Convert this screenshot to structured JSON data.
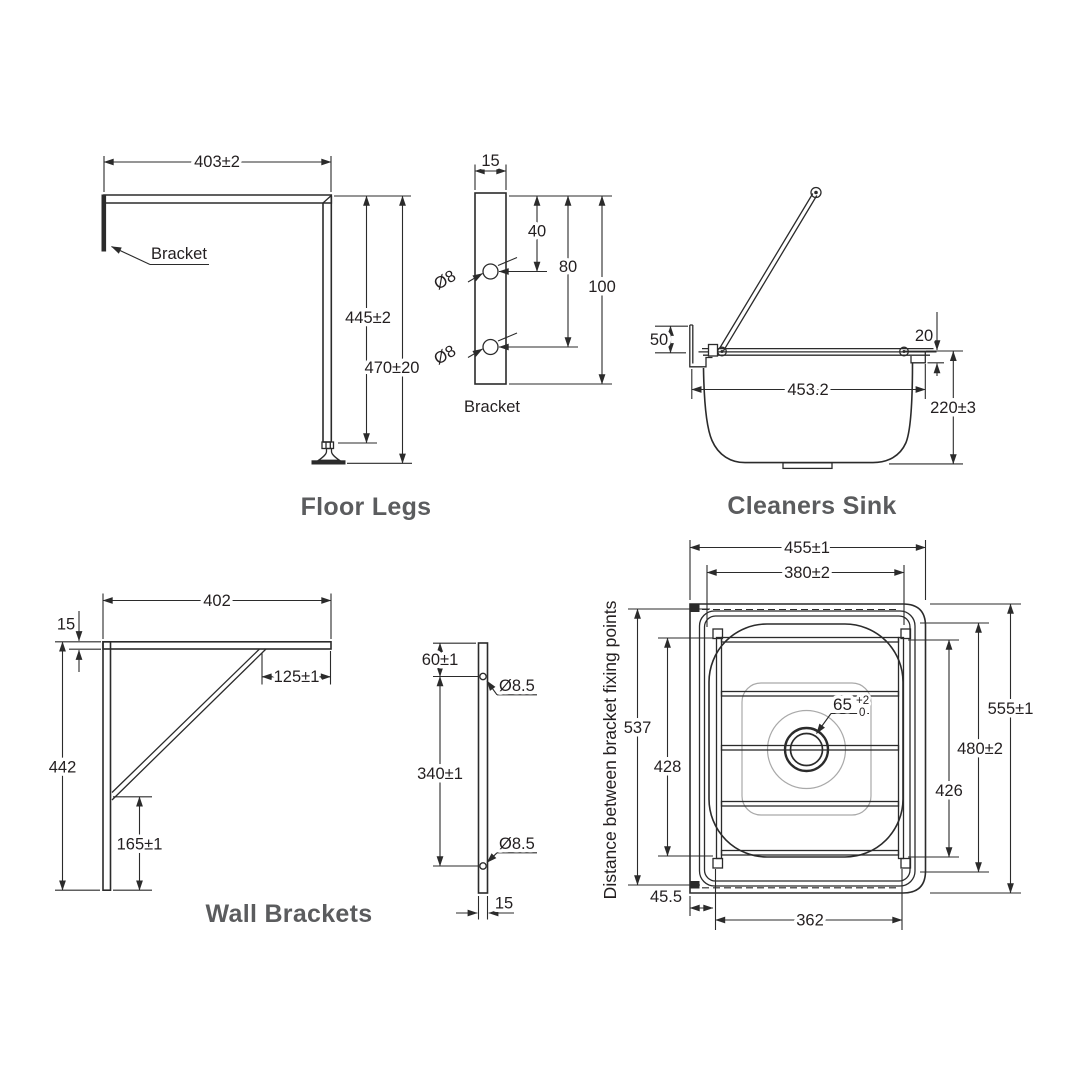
{
  "palette": {
    "line": "#2b2b2b",
    "title": "#5b5c5e",
    "faint": "#a9a9a9"
  },
  "floor_legs": {
    "title": "Floor Legs",
    "bracket_label": "Bracket",
    "dim_width": "403±2",
    "dim_leg_height": "445±2",
    "dim_overall_height": "470±20"
  },
  "bracket_detail": {
    "label": "Bracket",
    "dim_width": "15",
    "dim_hole1": "40",
    "dim_hole2": "80",
    "dim_length": "100",
    "hole_top": "Ø8",
    "hole_bottom": "Ø8"
  },
  "cleaners_sink": {
    "title": "Cleaners Sink",
    "dim_bracket_drop": "50",
    "dim_rim_lip": "20",
    "dim_bowl_width": "453.2",
    "dim_depth": "220±3"
  },
  "wall_brackets": {
    "title": "Wall Brackets",
    "dim_arm_length": "402",
    "dim_arm_thickness": "15",
    "dim_height": "442",
    "dim_brace_offset": "125±1",
    "dim_lower_offset": "165±1"
  },
  "bracket_side": {
    "dim_top_hole": "60±1",
    "dim_hole_spacing": "340±1",
    "hole_top": "Ø8.5",
    "hole_bottom": "Ø8.5",
    "dim_thickness": "15"
  },
  "sink_plan": {
    "side_label": "Distance between bracket fixing points",
    "dim_overall_width": "455±1",
    "dim_fixing_width": "380±2",
    "dim_flange_length": "537",
    "dim_fixing_length_left": "428",
    "dim_fixing_length_right": "426",
    "dim_bowl_length": "480±2",
    "dim_overall_length": "555±1",
    "dim_corner_offset": "45.5",
    "dim_grid_width": "362",
    "drain_value": "65",
    "drain_tol_upper": "+2",
    "drain_tol_lower": "0"
  }
}
